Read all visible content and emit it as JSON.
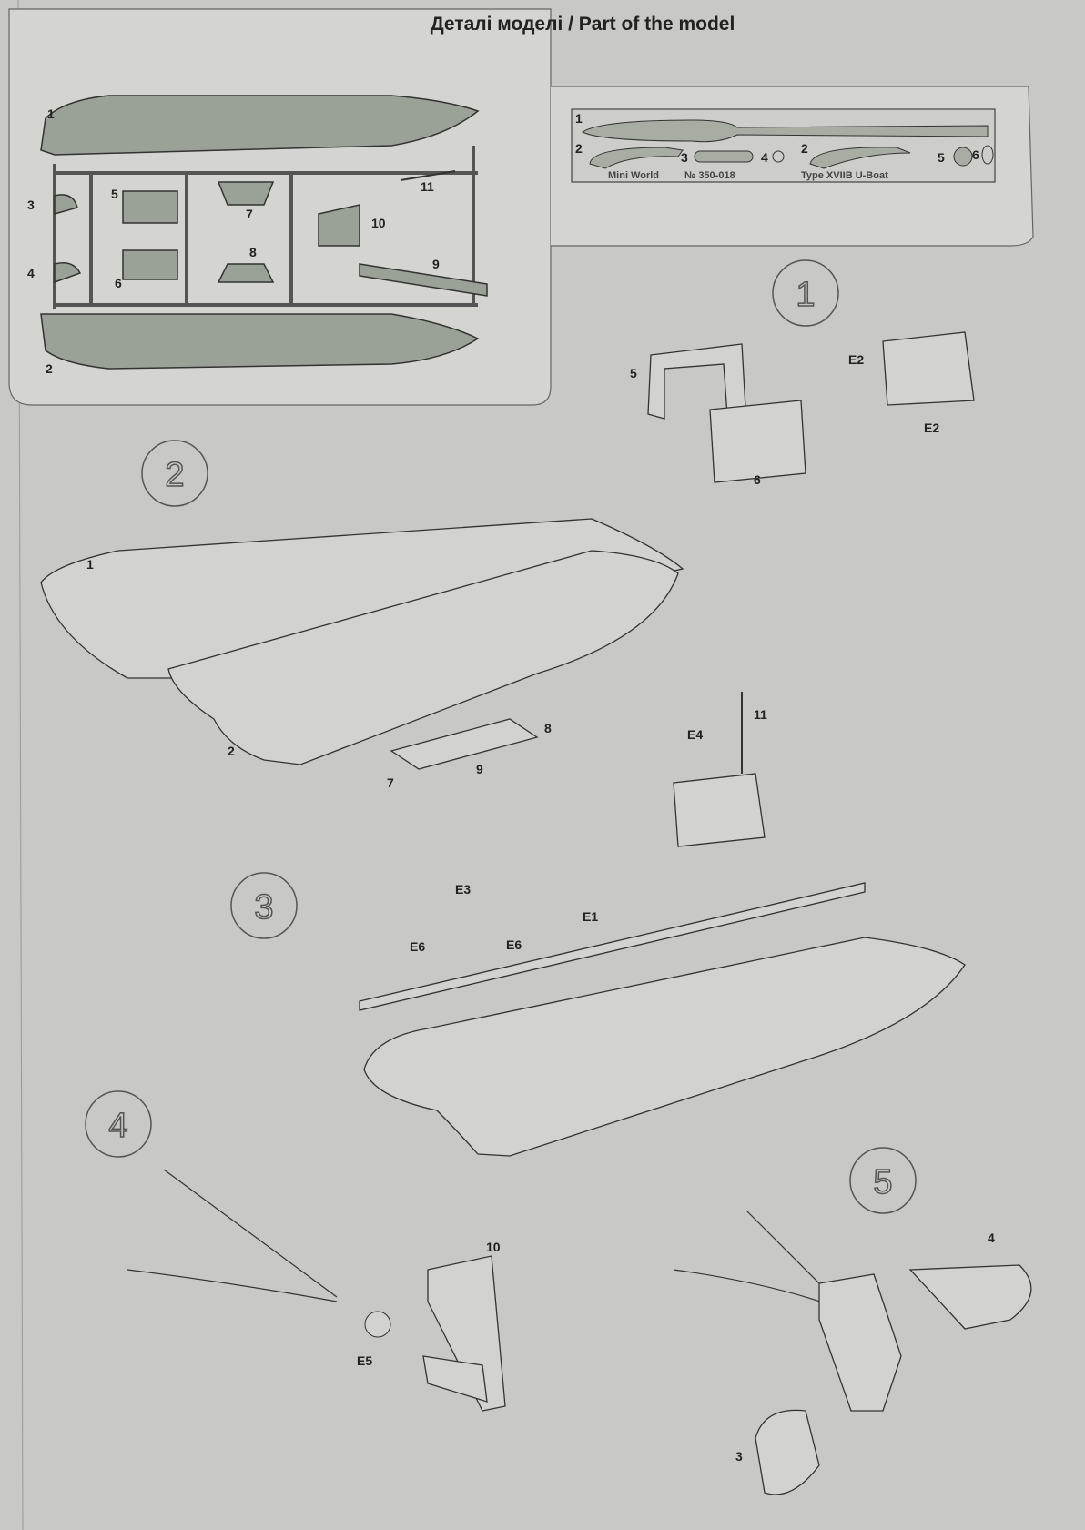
{
  "title": "Деталі моделі / Part of the model",
  "sprue_labels": [
    "1",
    "2",
    "3",
    "4",
    "5",
    "6",
    "7",
    "8",
    "9",
    "10",
    "11"
  ],
  "fret": {
    "labels": [
      "1",
      "2",
      "3",
      "4",
      "2",
      "5",
      "6"
    ],
    "brand": "Mini World",
    "catalog_no": "№ 350-018",
    "name": "Type XVIIB U-Boat"
  },
  "steps": [
    {
      "number": "1",
      "labels": [
        "5",
        "6",
        "E2",
        "E2"
      ]
    },
    {
      "number": "2",
      "labels": [
        "1",
        "2",
        "7",
        "8",
        "9"
      ]
    },
    {
      "number": "3",
      "labels": [
        "E4",
        "11",
        "E3",
        "E1",
        "E6",
        "E6"
      ]
    },
    {
      "number": "4",
      "labels": [
        "10",
        "E5"
      ]
    },
    {
      "number": "5",
      "labels": [
        "4",
        "3"
      ]
    }
  ]
}
